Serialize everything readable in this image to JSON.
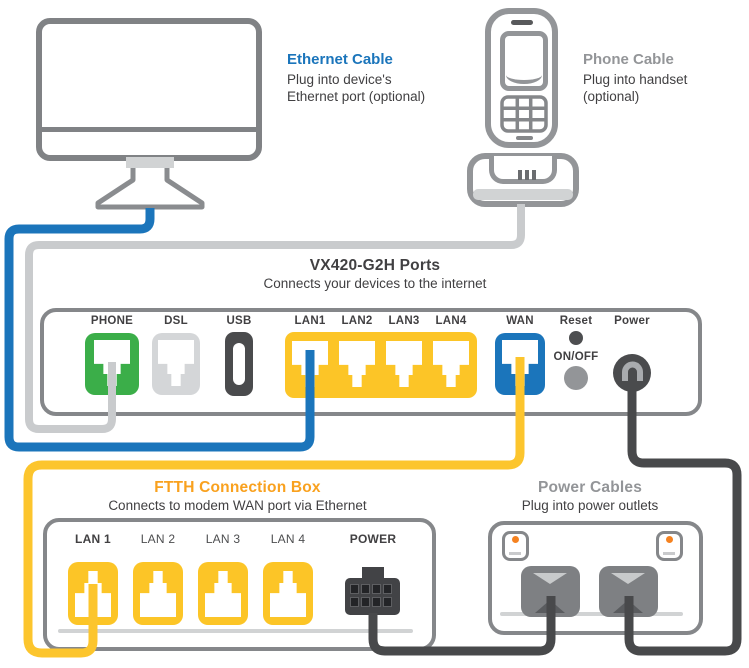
{
  "notes": {
    "ethernet": {
      "title": "Ethernet Cable",
      "line1": "Plug into device's",
      "line2": "Ethernet port (optional)"
    },
    "phone": {
      "title": "Phone Cable",
      "line1": "Plug into handset",
      "line2": "(optional)"
    }
  },
  "modem": {
    "title": "VX420-G2H Ports",
    "subtitle": "Connects your devices to the internet",
    "labels": {
      "phone": "PHONE",
      "dsl": "DSL",
      "usb": "USB",
      "lan1": "LAN1",
      "lan2": "LAN2",
      "lan3": "LAN3",
      "lan4": "LAN4",
      "wan": "WAN",
      "reset": "Reset",
      "onoff": "ON/OFF",
      "power": "Power"
    }
  },
  "ftth": {
    "title": "FTTH Connection Box",
    "subtitle": "Connects to modem WAN port via Ethernet",
    "labels": {
      "lan1": "LAN 1",
      "lan2": "LAN 2",
      "lan3": "LAN 3",
      "lan4": "LAN 4",
      "power": "POWER"
    }
  },
  "outlets": {
    "title": "Power Cables",
    "subtitle": "Plug into power outlets"
  },
  "colors": {
    "ethernet_cable": "#1B75BB",
    "phone_cable": "#C9CBCD",
    "wan_cable": "#FCC52D",
    "power_cable": "#48494B",
    "phone_port_green": "#3BAE49",
    "wan_port_blue": "#1B75BB",
    "lan_yellow": "#FCC527",
    "accent_orange": "#F9A11E",
    "outline_gray": "#85878A",
    "text_dark": "#414042",
    "text_gray": "#939598",
    "orange_dot": "#F58220"
  }
}
